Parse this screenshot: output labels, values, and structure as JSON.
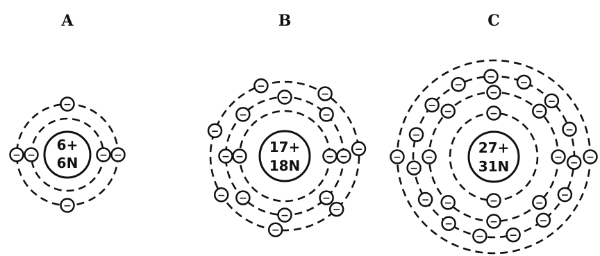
{
  "atoms": [
    {
      "label": "A",
      "protons": "6+",
      "neutrons": "6N",
      "shells": [
        {
          "electrons": 2
        },
        {
          "electrons": 4
        }
      ]
    },
    {
      "label": "B",
      "protons": "17+",
      "neutrons": "18N",
      "shells": [
        {
          "electrons": 2
        },
        {
          "electrons": 8
        },
        {
          "electrons": 7
        }
      ]
    },
    {
      "label": "C",
      "protons": "27+",
      "neutrons": "31N",
      "shells": [
        {
          "electrons": 2
        },
        {
          "electrons": 8
        },
        {
          "electrons": 15
        },
        {
          "electrons": 2
        }
      ]
    }
  ],
  "electron_symbol": "−",
  "colors": {
    "ink": "#111111",
    "background": "#ffffff"
  }
}
